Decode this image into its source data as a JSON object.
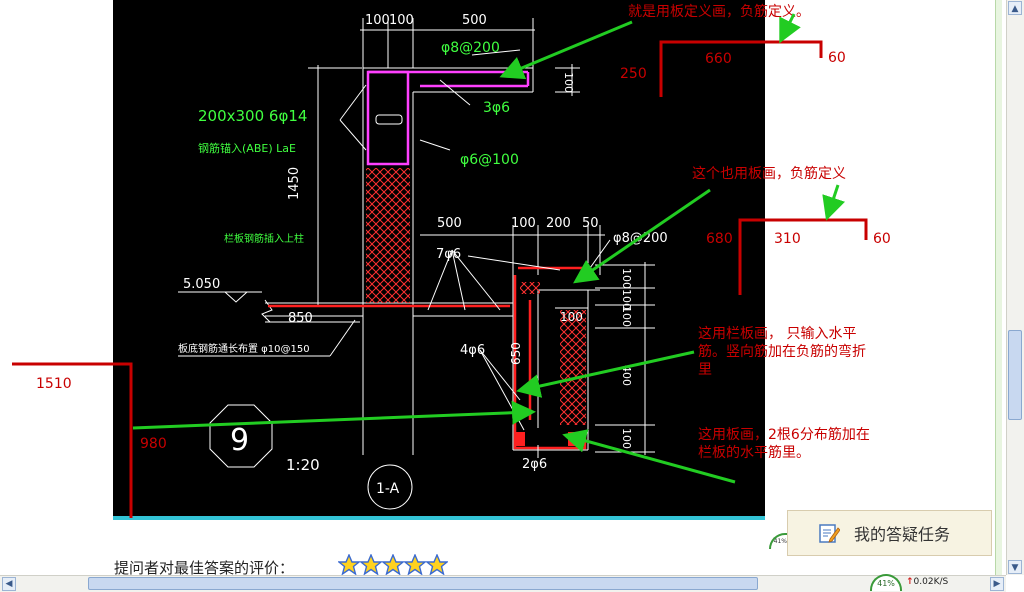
{
  "drawing": {
    "dims_top": [
      "100",
      "100",
      "500"
    ],
    "rebar_top": "φ8@200",
    "dim_100_a": "100",
    "label_3p6": "3φ6",
    "beam_spec": "200x300 6φ14",
    "beam_note": "钢筋锚入(ABE) LaE",
    "stirrup": "φ6@100",
    "height_1450": "1450",
    "note_mid": "栏板钢筋插入上柱",
    "dims_mid": [
      "500",
      "100",
      "200",
      "50"
    ],
    "rebar_mid": "φ8@200",
    "label_7p6": "7φ6",
    "level": "5.050",
    "dim_850": "850",
    "dim_100_b": "100",
    "dim_650": "650",
    "label_4p6": "4φ6",
    "right_dims": [
      "100",
      "100",
      "100",
      "400",
      "100"
    ],
    "slab_note": "板底钢筋通长布置 φ10@150",
    "detail_no": "9",
    "scale": "1:20",
    "axis": "1-A",
    "label_2p6": "2φ6"
  },
  "annotations": {
    "note1": "就是用板定义画，负筋定义。",
    "n1_left": "250",
    "n1_mid": "660",
    "n1_right": "60",
    "note2": "这个也用板画，负筋定义",
    "n2_left": "680",
    "n2_mid": "310",
    "n2_right": "60",
    "note3_line1": "这用栏板画， 只输入水平",
    "note3_line2": "筋。竖向筋加在负筋的弯折",
    "note3_line3": "里",
    "note4_line1": "这用板画，2根6分布筋加在",
    "note4_line2": "栏板的水平筋里。",
    "n5_top": "1510",
    "n5_side": "980"
  },
  "page": {
    "rating_label": "提问者对最佳答案的评价：",
    "task_button": "我的答疑任务",
    "status_pct": "41%",
    "speed": "0.02K/S",
    "mini_pct": "41%"
  },
  "colors": {
    "annotation_red": "#c80000",
    "arrow_green": "#22cc22",
    "cad_black": "#000000",
    "cad_white": "#ffffff",
    "cad_magenta": "#ff40ff",
    "cad_red": "#ff2020",
    "cad_green": "#40ff40"
  }
}
